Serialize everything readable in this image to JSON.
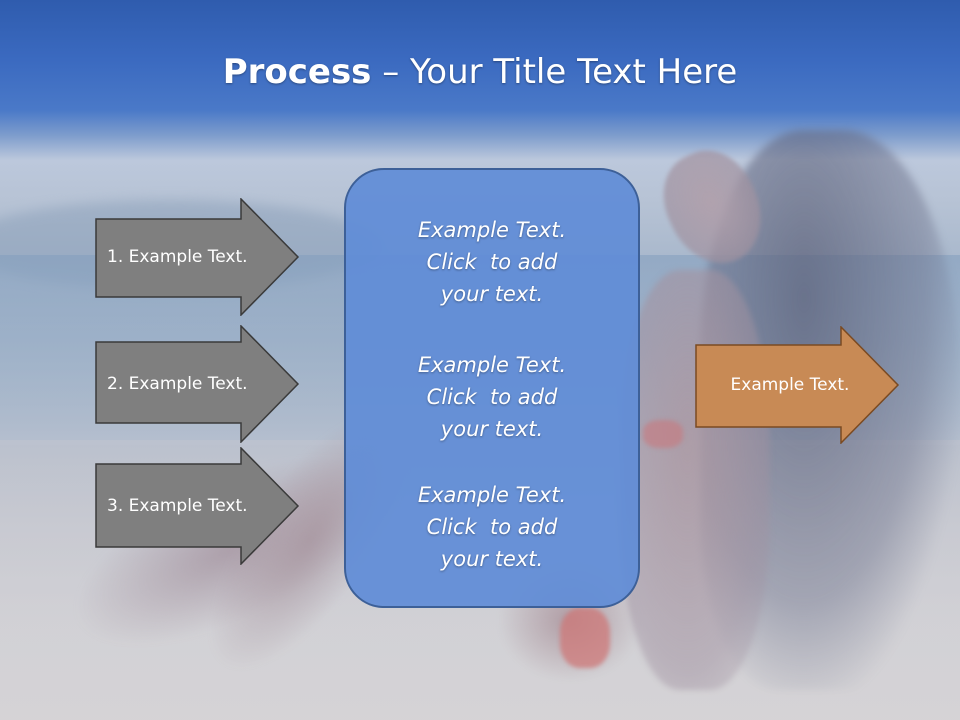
{
  "title": {
    "bold": "Process",
    "rest": " – Your Title Text Here"
  },
  "left_arrows": [
    {
      "label": "1. Example Text."
    },
    {
      "label": "2. Example Text."
    },
    {
      "label": "3. Example Text."
    }
  ],
  "panel": {
    "blocks": [
      {
        "lines": [
          "Example Text.",
          "Click  to add",
          "your text."
        ]
      },
      {
        "lines": [
          "Example Text.",
          "Click  to add",
          "your text."
        ]
      },
      {
        "lines": [
          "Example Text.",
          "Click  to add",
          "your text."
        ]
      }
    ]
  },
  "right_arrow": {
    "label": "Example Text."
  },
  "colors": {
    "grey_arrow_fill": "#7f7f7f",
    "grey_arrow_stroke": "#3a3a3a",
    "orange_arrow_fill": "#c88a55",
    "orange_arrow_stroke": "#7a4a22",
    "panel_fill": "#5f8cd7",
    "panel_stroke": "#3d6098",
    "header_band": "#3566b8"
  }
}
